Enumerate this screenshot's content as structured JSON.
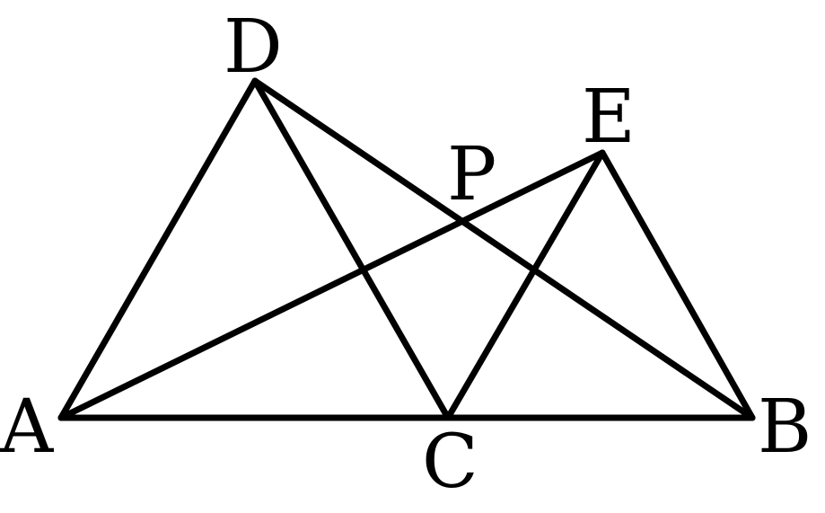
{
  "figure": {
    "stroke_color": "#000000",
    "background_color": "#ffffff",
    "points": {
      "A": {
        "label": "A"
      },
      "B": {
        "label": "B"
      },
      "C": {
        "label": "C"
      },
      "D": {
        "label": "D"
      },
      "E": {
        "label": "E"
      },
      "P": {
        "label": "P"
      }
    },
    "segments": [
      [
        "A",
        "B"
      ],
      [
        "A",
        "D"
      ],
      [
        "D",
        "C"
      ],
      [
        "D",
        "B"
      ],
      [
        "A",
        "E"
      ],
      [
        "C",
        "E"
      ],
      [
        "E",
        "B"
      ]
    ]
  }
}
